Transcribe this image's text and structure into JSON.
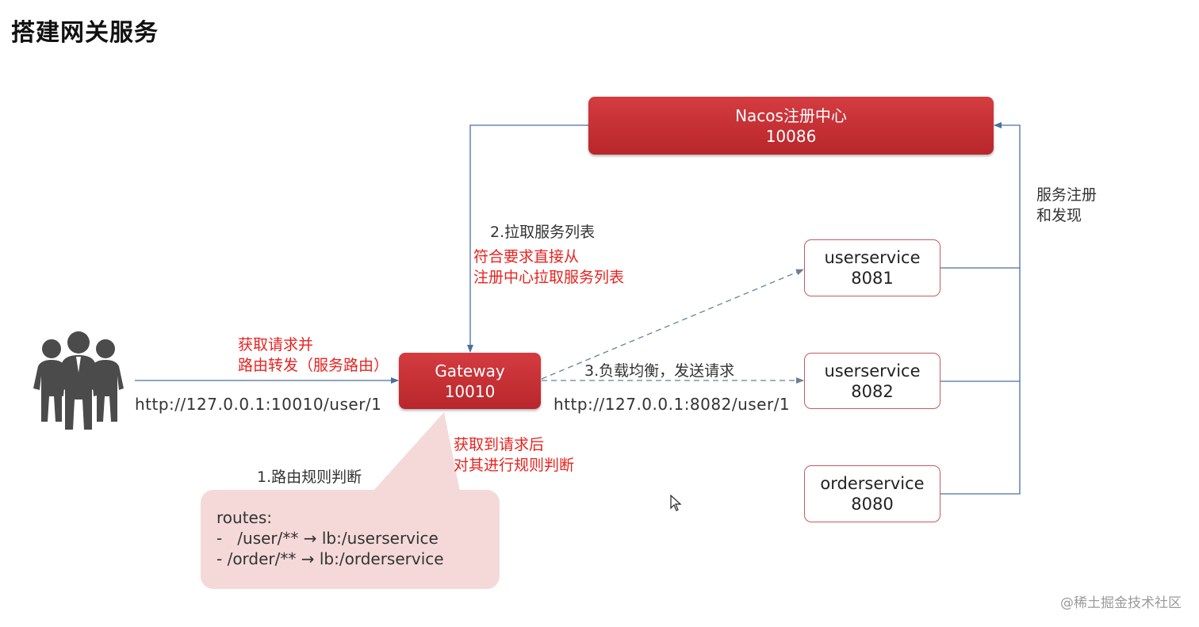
{
  "title": "搭建网关服务",
  "nodes": {
    "nacos": {
      "name": "Nacos注册中心",
      "port": "10086"
    },
    "gateway": {
      "name": "Gateway",
      "port": "10010"
    },
    "user1": {
      "name": "userservice",
      "port": "8081"
    },
    "user2": {
      "name": "userservice",
      "port": "8082"
    },
    "order": {
      "name": "orderservice",
      "port": "8080"
    }
  },
  "labels": {
    "pull_list": "2.拉取服务列表",
    "pull_note_1": "符合要求直接从",
    "pull_note_2": "注册中心拉取服务列表",
    "receive_1": "获取请求并",
    "receive_2": "路由转发（服务路由）",
    "client_url": "http://127.0.0.1:10010/user/1",
    "load_balance": "3.负载均衡，发送请求",
    "service_url": "http://127.0.0.1:8082/user/1",
    "route_judge": "1.路由规则判断",
    "judge_note_1": "获取到请求后",
    "judge_note_2": "对其进行规则判断",
    "register_1": "服务注册",
    "register_2": "和发现"
  },
  "routes": {
    "header": "routes:",
    "rows": [
      "-   /user/** → lb:/userservice",
      "- /order/** → lb:/orderservice"
    ]
  },
  "watermark": "@稀土掘金技术社区",
  "icons": {
    "users": "people-group-icon",
    "cursor": "mouse-pointer-icon"
  },
  "colors": {
    "box_red": "#c8302f",
    "text_red": "#e8231f",
    "line_blue": "#4a6fa0",
    "callout_bg": "#f5d9d9"
  }
}
